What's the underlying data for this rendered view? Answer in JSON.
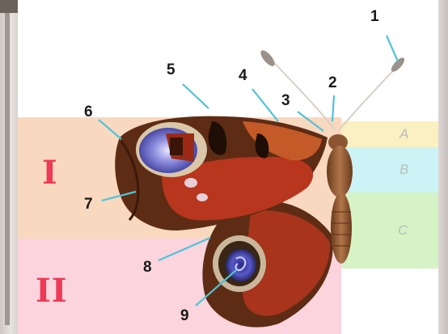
{
  "regions": {
    "upper_wing": "I",
    "lower_wing": "II"
  },
  "body_segments": {
    "head": "A",
    "thorax": "B",
    "abdomen": "C"
  },
  "callouts": [
    "1",
    "2",
    "3",
    "4",
    "5",
    "6",
    "7",
    "8",
    "9"
  ],
  "colors": {
    "zone_I": "#f9d8c0",
    "zone_II": "#fbd4de",
    "zone_A": "#fbf0c2",
    "zone_B": "#ccf3f6",
    "zone_C": "#d6f3c6",
    "region_label": "#ee3a56",
    "leader_line": "#4fc3d6",
    "wing_red": "#b8361e",
    "wing_brown": "#5e2c14"
  }
}
